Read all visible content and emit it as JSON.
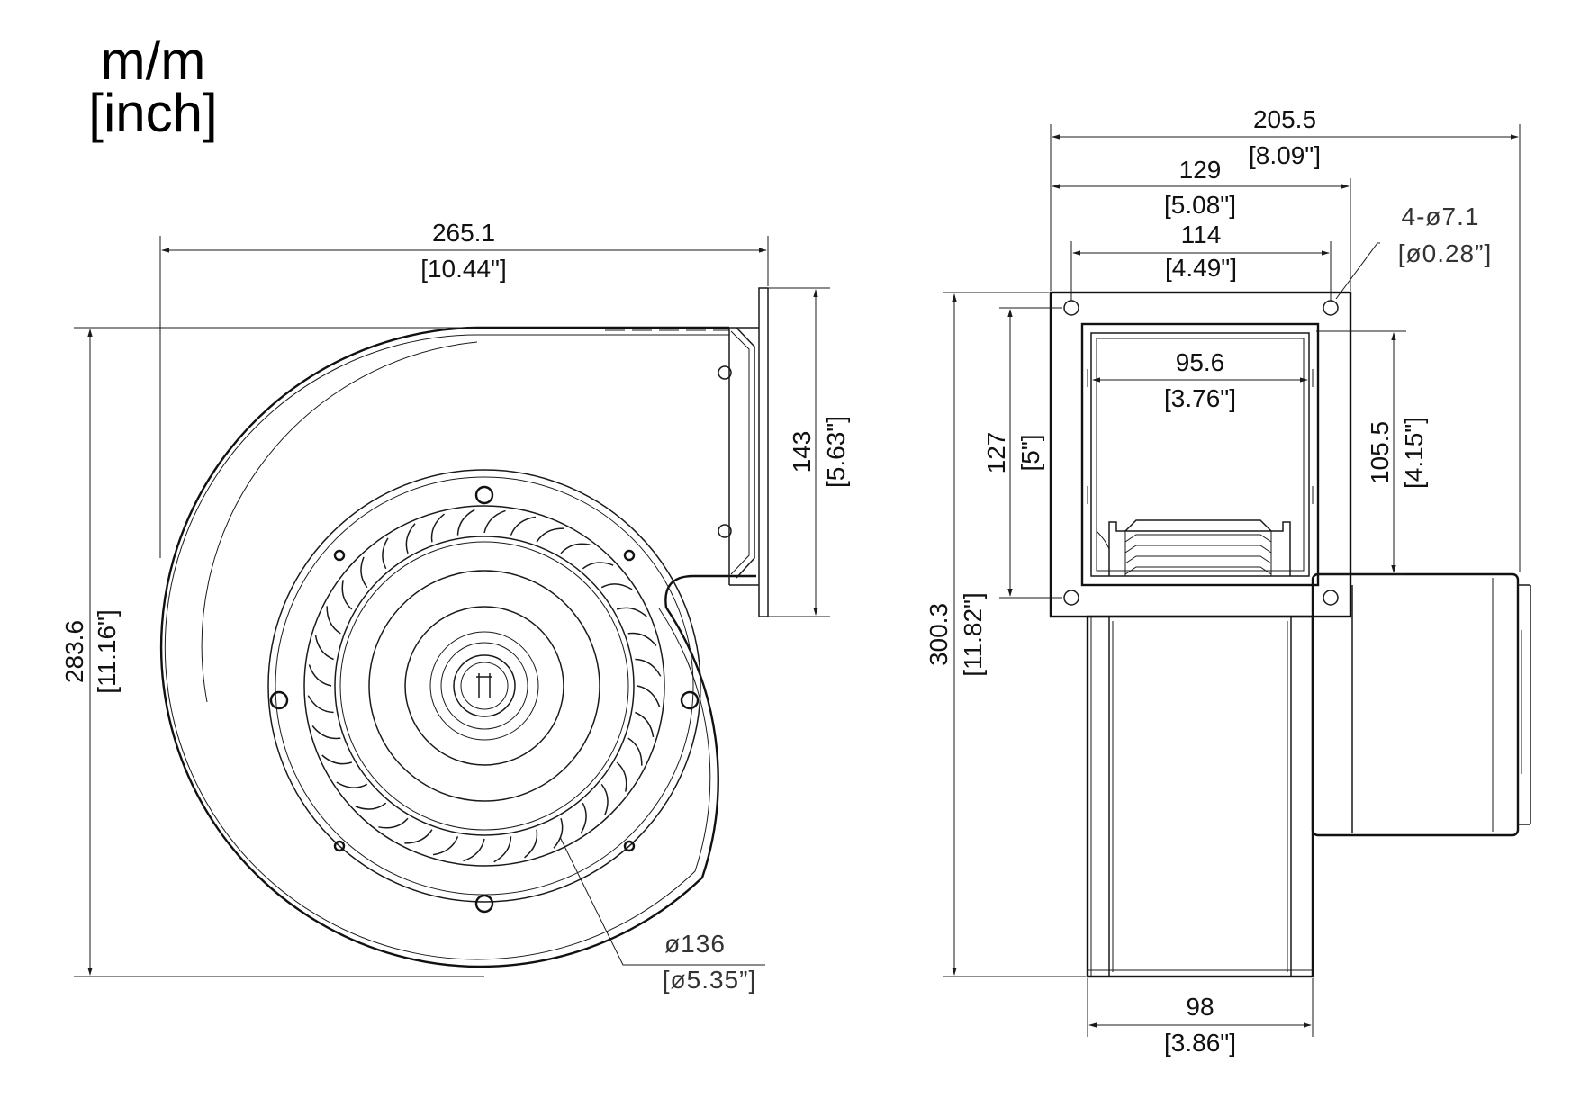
{
  "units": {
    "primary": "m/m",
    "secondary": "[inch]"
  },
  "front_view": {
    "width": {
      "mm": "265.1",
      "inch": "[10.44\"]"
    },
    "height": {
      "mm": "283.6",
      "inch": "[11.16\"]"
    },
    "outlet_height": {
      "mm": "143",
      "inch": "[5.63\"]"
    },
    "impeller_diameter": {
      "mm": "ø136",
      "inch": "[ø5.35”]"
    }
  },
  "side_view": {
    "overall_width": {
      "mm": "205.5",
      "inch": "[8.09\"]"
    },
    "flange_width": {
      "mm": "129",
      "inch": "[5.08\"]"
    },
    "hole_spacing_x": {
      "mm": "114",
      "inch": "[4.49\"]"
    },
    "opening_width": {
      "mm": "95.6",
      "inch": "[3.76\"]"
    },
    "mounting_holes": {
      "mm": "4-ø7.1",
      "inch": "[ø0.28”]"
    },
    "hole_spacing_y": {
      "mm": "127",
      "inch": "[5\"]"
    },
    "opening_height": {
      "mm": "105.5",
      "inch": "[4.15\"]"
    },
    "overall_height": {
      "mm": "300.3",
      "inch": "[11.82\"]"
    },
    "housing_width": {
      "mm": "98",
      "inch": "[3.86\"]"
    }
  }
}
